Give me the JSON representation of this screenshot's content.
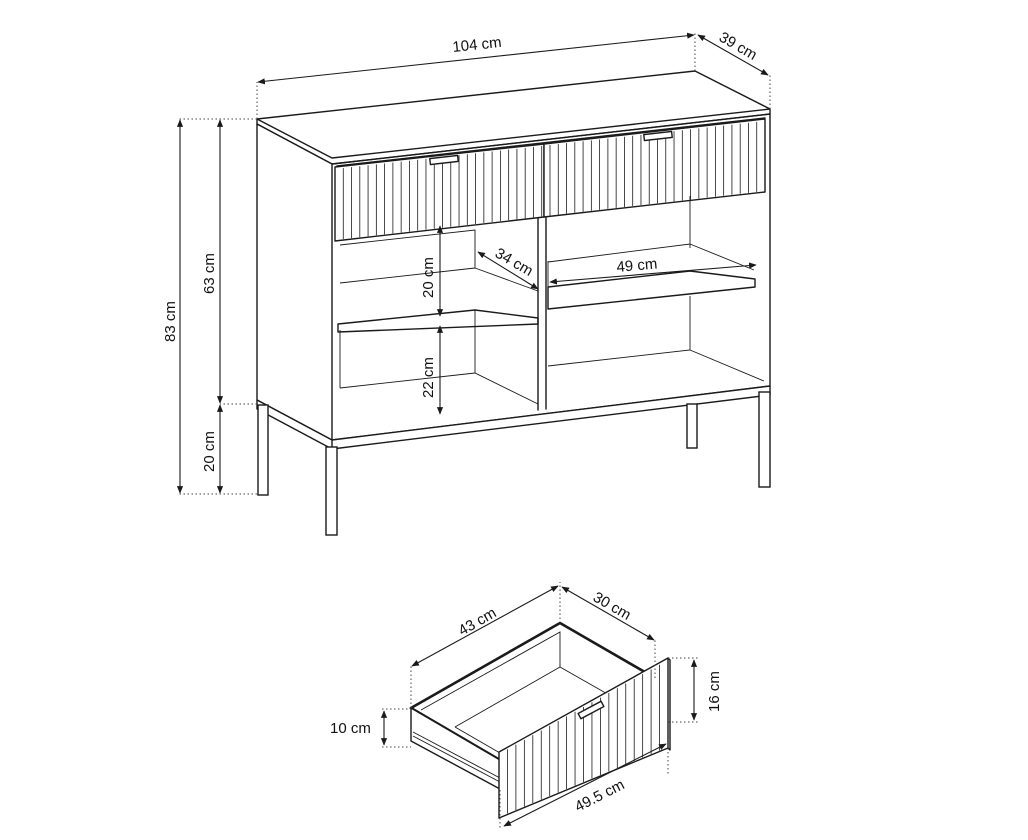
{
  "dimensions": {
    "width": "104 cm",
    "depth": "39 cm",
    "total_height": "83 cm",
    "body_height": "63 cm",
    "leg_height": "20 cm",
    "upper_compartment": "20 cm",
    "lower_compartment": "22 cm",
    "shelf_depth": "34 cm",
    "shelf_width": "49 cm"
  },
  "drawer": {
    "inner_width": "43 cm",
    "inner_depth": "30 cm",
    "front_height": "16 cm",
    "side_height": "10 cm",
    "front_width": "49.5 cm"
  }
}
